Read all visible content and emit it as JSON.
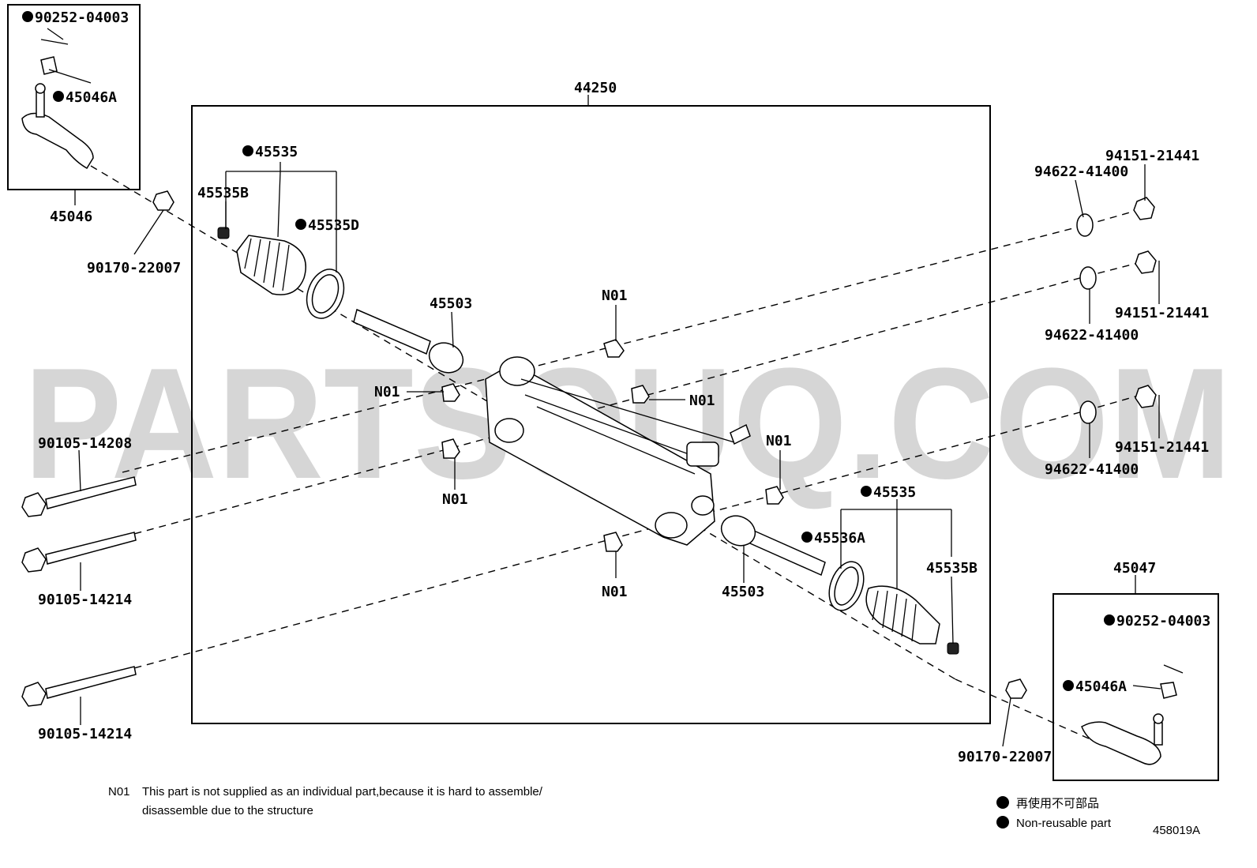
{
  "watermark": "PARTSOUQ.COM",
  "assembly_label": "44250",
  "left_inset_label": "45046",
  "right_inset_label": "45047",
  "labels": {
    "l_90252": "90252-04003",
    "l_45046A": "45046A",
    "l_90170_left": "90170-22007",
    "l_45535_top": "45535",
    "l_45535B_top": "45535B",
    "l_45535D": "45535D",
    "l_45503_top": "45503",
    "l_n01_top": "N01",
    "l_n01_left": "N01",
    "l_n01_mid": "N01",
    "l_n01_below": "N01",
    "l_n01_right": "N01",
    "l_n01_bottom": "N01",
    "l_94622_1": "94622-41400",
    "l_94151_1": "94151-21441",
    "l_94151_2": "94151-21441",
    "l_94622_2": "94622-41400",
    "l_94622_3": "94622-41400",
    "l_94151_3": "94151-21441",
    "l_90105_14208": "90105-14208",
    "l_90105_14214_a": "90105-14214",
    "l_90105_14214_b": "90105-14214",
    "l_45535_bot": "45535",
    "l_45536A": "45536A",
    "l_45535B_bot": "45535B",
    "l_45503_bot": "45503",
    "l_90252_r": "90252-04003",
    "l_45046A_r": "45046A",
    "l_90170_right": "90170-22007"
  },
  "footnote": {
    "code": "N01",
    "line1": "This part is not supplied as an individual part,because it is hard to assemble/",
    "line2": "disassemble due to the structure"
  },
  "legend": {
    "jp": "再使用不可部品",
    "en": "Non-reusable part"
  },
  "diagram_id": "458019A"
}
